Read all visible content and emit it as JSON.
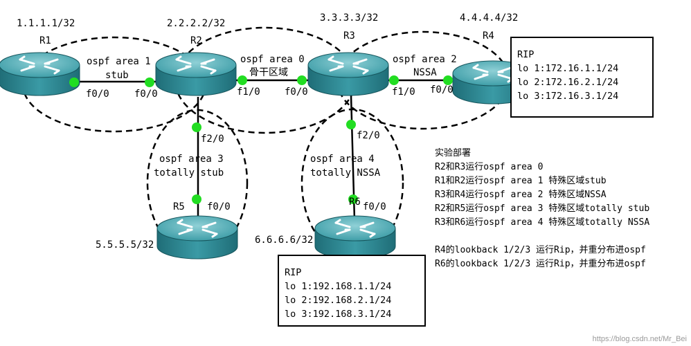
{
  "routers": [
    {
      "name": "R1",
      "ip": "1.1.1.1/32"
    },
    {
      "name": "R2",
      "ip": "2.2.2.2/32"
    },
    {
      "name": "R3",
      "ip": "3.3.3.3/32"
    },
    {
      "name": "R4",
      "ip": "4.4.4.4/32"
    },
    {
      "name": "R5",
      "ip": "5.5.5.5/32"
    },
    {
      "name": "R6",
      "ip": "6.6.6.6/32"
    }
  ],
  "areas": {
    "a1": [
      "ospf area 1",
      "stub"
    ],
    "a0": [
      "ospf area 0",
      "骨干区域"
    ],
    "a2": [
      "ospf area 2",
      "NSSA"
    ],
    "a3": [
      "ospf area 3",
      "totally stub"
    ],
    "a4": [
      "ospf area 4",
      "totally NSSA"
    ]
  },
  "interfaces": {
    "r1_f00": "f0/0",
    "r2_f00": "f0/0",
    "r2_f10": "f1/0",
    "r3_f00": "f0/0",
    "r3_f10": "f1/0",
    "r4_f00": "f0/0",
    "r2_f20": "f2/0",
    "r5_f00": "f0/0",
    "r3_f20": "f2/0",
    "r6_f00": "f0/0"
  },
  "rip_r4": {
    "title": "RIP",
    "lines": [
      "lo 1:172.16.1.1/24",
      "lo 2:172.16.2.1/24",
      "lo 3:172.16.3.1/24"
    ]
  },
  "rip_r6": {
    "title": "RIP",
    "lines": [
      "lo 1:192.168.1.1/24",
      "lo 2:192.168.2.1/24",
      "lo 3:192.168.3.1/24"
    ]
  },
  "notes": [
    "实验部署",
    "R2和R3运行ospf area 0",
    "R1和R2运行ospf area 1 特殊区域stub",
    "R3和R4运行ospf area 2 特殊区域NSSA",
    "R2和R5运行ospf area 3 特殊区域totally stub",
    "R3和R6运行ospf area 4 特殊区域totally NSSA",
    "",
    "R4的lookback 1/2/3 运行Rip，并重分布进ospf",
    "R6的lookback 1/2/3 运行Rip，并重分布进ospf"
  ],
  "watermark": "https://blog.csdn.net/Mr_Bei",
  "colors": {
    "router_body": "#2f8b96",
    "router_top": "#5fb4bd",
    "port_dot": "#22dd22",
    "link": "#000000"
  }
}
